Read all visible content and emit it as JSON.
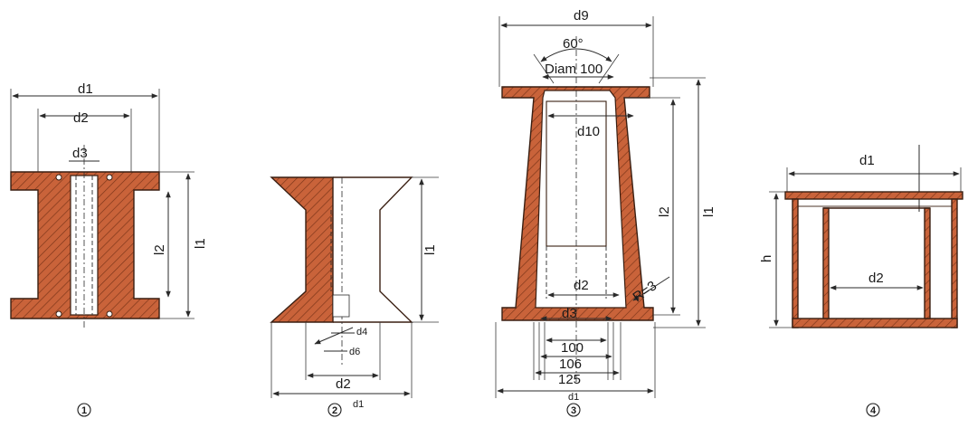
{
  "colors": {
    "section": "#c9633a",
    "outline": "#3a1f12",
    "hatch": "#7a3418",
    "line": "#2a2a2a",
    "background": "#ffffff"
  },
  "fig1": {
    "marker": "1",
    "d1": "d1",
    "d2": "d2",
    "d3": "d3",
    "l1": "l1",
    "l2": "l2"
  },
  "fig2": {
    "marker": "2",
    "l1": "l1",
    "d4": "d4",
    "d6": "d6",
    "d2": "d2",
    "d1": "d1"
  },
  "fig3": {
    "marker": "3",
    "d9": "d9",
    "angle": "60°",
    "diam": "Diam 100",
    "d10": "d10",
    "l1": "l1",
    "l2": "l2",
    "d2": "d2",
    "r": "R=3",
    "d3": "d3",
    "dim100": "100",
    "dim106": "106",
    "dim125": "125",
    "d1": "d1"
  },
  "fig4": {
    "marker": "4",
    "d1": "d1",
    "h": "h",
    "d2": "d2"
  }
}
